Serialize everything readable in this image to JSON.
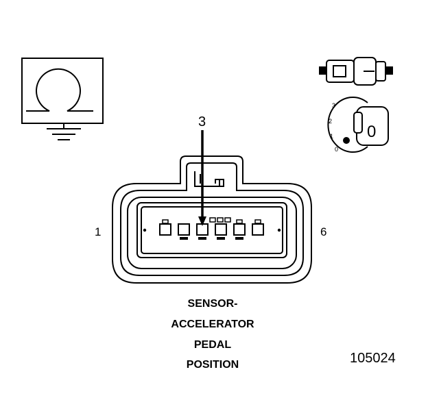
{
  "callout": {
    "number": "3"
  },
  "pin_labels": {
    "left": "1",
    "right": "6"
  },
  "title_lines": [
    "SENSOR-",
    "ACCELERATOR",
    "PEDAL",
    "POSITION"
  ],
  "figure_id": "105024",
  "key_positions": [
    "3",
    "2",
    "1",
    "0"
  ],
  "key_label": "0",
  "symbol": {
    "name": "omega-ground-symbol"
  },
  "colors": {
    "ink": "#000000",
    "paper": "#ffffff"
  }
}
